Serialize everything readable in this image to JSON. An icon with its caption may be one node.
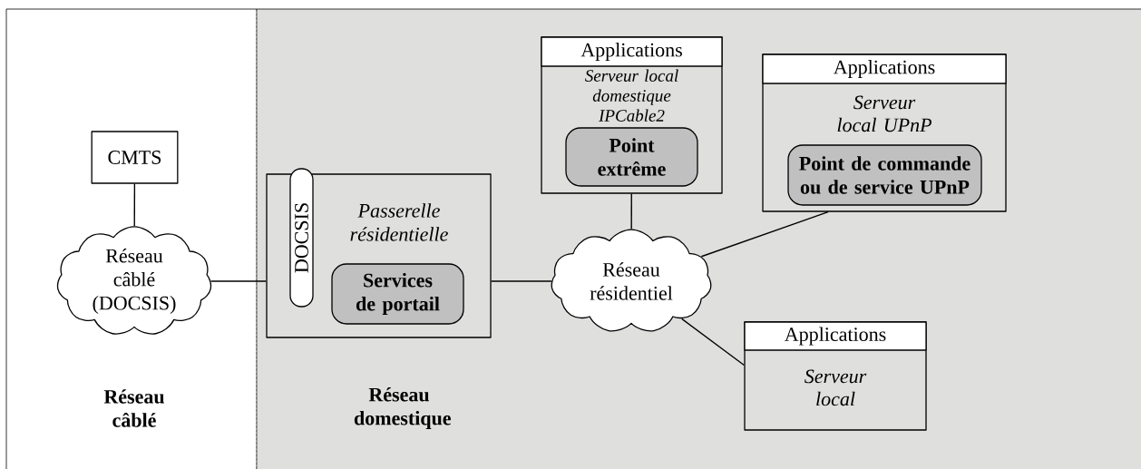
{
  "diagram": {
    "nodes": [
      {
        "text": [
          "Réseau câblé"
        ]
      },
      {
        "text": [
          "CMTS"
        ],
        "in": 0
      },
      {
        "text": [
          "Réseau câblé (DOCSIS)"
        ],
        "in": 0
      },
      {
        "text": [
          "Réseau domestique"
        ]
      },
      {
        "text": [
          "Passerelle résidentielle"
        ],
        "in": 3
      },
      {
        "text": [
          "DOCSIS"
        ],
        "in": 4
      },
      {
        "text": [
          "Services de portail"
        ],
        "in": 4
      },
      {
        "text": [
          "Réseau résidentiel"
        ],
        "in": 3
      },
      {
        "text": [
          "Applications",
          "Serveur local domestique IPCable2"
        ],
        "in": 3
      },
      {
        "text": [
          "Point extrême"
        ],
        "in": 8
      },
      {
        "text": [
          "Applications",
          "Serveur local UPnP"
        ],
        "in": 3
      },
      {
        "text": [
          "Point de commande ou de service UPnP"
        ],
        "in": 10
      },
      {
        "text": [
          "Applications",
          "Serveur local"
        ],
        "in": 3
      }
    ],
    "edges": [
      {
        "from": 1,
        "to": 2,
        "arrow": "none"
      },
      {
        "from": 2,
        "to": 4,
        "arrow": "none"
      },
      {
        "from": 4,
        "to": 7,
        "arrow": "none"
      },
      {
        "from": 7,
        "to": 8,
        "arrow": "none"
      },
      {
        "from": 7,
        "to": 10,
        "arrow": "none"
      },
      {
        "from": 7,
        "to": 12,
        "arrow": "none"
      }
    ]
  }
}
